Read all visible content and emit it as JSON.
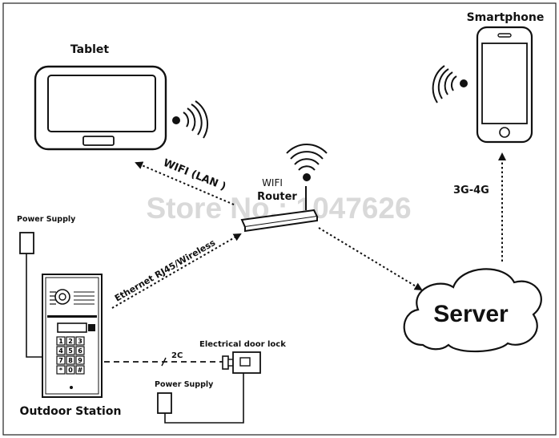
{
  "labels": {
    "tablet": "Tablet",
    "smartphone": "Smartphone",
    "wifi": "WIFI",
    "router": "Router",
    "wifi_lan": "WIFI (LAN )",
    "watermark": "Store No.: 1047626",
    "power_supply_top": "Power Supply",
    "ethernet": "Ethernet RJ45/Wireless",
    "network_3g4g": "3G-4G",
    "server": "Server",
    "electrical_door_lock": "Electrical door lock",
    "two_c": "2C",
    "power_supply_bottom": "Power Supply",
    "outdoor_station": "Outdoor Station"
  },
  "keypad": [
    "1",
    "2",
    "3",
    "4",
    "5",
    "6",
    "7",
    "8",
    "9",
    "*",
    "0",
    "#"
  ]
}
